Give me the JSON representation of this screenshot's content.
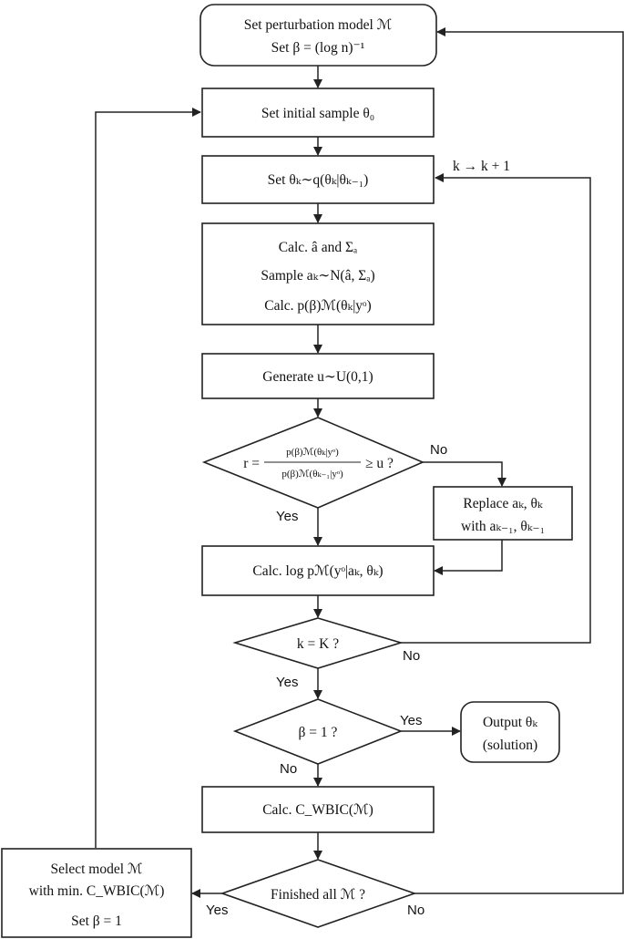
{
  "nodes": {
    "set_model": {
      "lines": [
        "Set perturbation model ℳ",
        "Set β = (log n)⁻¹"
      ]
    },
    "init": {
      "lines": [
        "Set initial sample θ₀"
      ]
    },
    "propose": {
      "lines": [
        "Set  θₖ∼q(θₖ|θₖ₋₁)"
      ]
    },
    "calc_a": {
      "lines": [
        "Calc. â and Σₐ",
        "Sample aₖ∼N(â, Σₐ)",
        "Calc. p(β)ℳ(θₖ|yᵒ)"
      ]
    },
    "gen_u": {
      "lines": [
        "Generate u∼U(0,1)"
      ]
    },
    "accept": {
      "num": "p(β)ℳ(θₖ|yᵒ)",
      "den": "p(β)ℳ(θₖ₋₁|yᵒ)",
      "lhs": "r =",
      "rhs": "≥ u ?"
    },
    "replace": {
      "lines": [
        "Replace aₖ, θₖ",
        "with aₖ₋₁, θₖ₋₁"
      ]
    },
    "loglik": {
      "lines": [
        "Calc. log pℳ(yᵒ|aₖ, θₖ)"
      ]
    },
    "k_eq_K": {
      "lines": [
        "k = K ?"
      ]
    },
    "beta_eq_1": {
      "lines": [
        "β = 1 ?"
      ]
    },
    "output": {
      "lines": [
        "Output θₖ",
        "(solution)"
      ]
    },
    "wbic": {
      "lines": [
        "Calc. C_WBIC(ℳ)"
      ]
    },
    "finished": {
      "lines": [
        "Finished all ℳ ?"
      ]
    },
    "select": {
      "lines": [
        "Select model ℳ",
        "with min. C_WBIC(ℳ)",
        "Set β = 1"
      ]
    }
  },
  "edge_labels": {
    "increment": "k → k + 1",
    "accept_no": "No",
    "accept_yes": "Yes",
    "k_no": "No",
    "k_yes": "Yes",
    "beta_yes": "Yes",
    "beta_no": "No",
    "finished_yes": "Yes",
    "finished_no": "No"
  }
}
